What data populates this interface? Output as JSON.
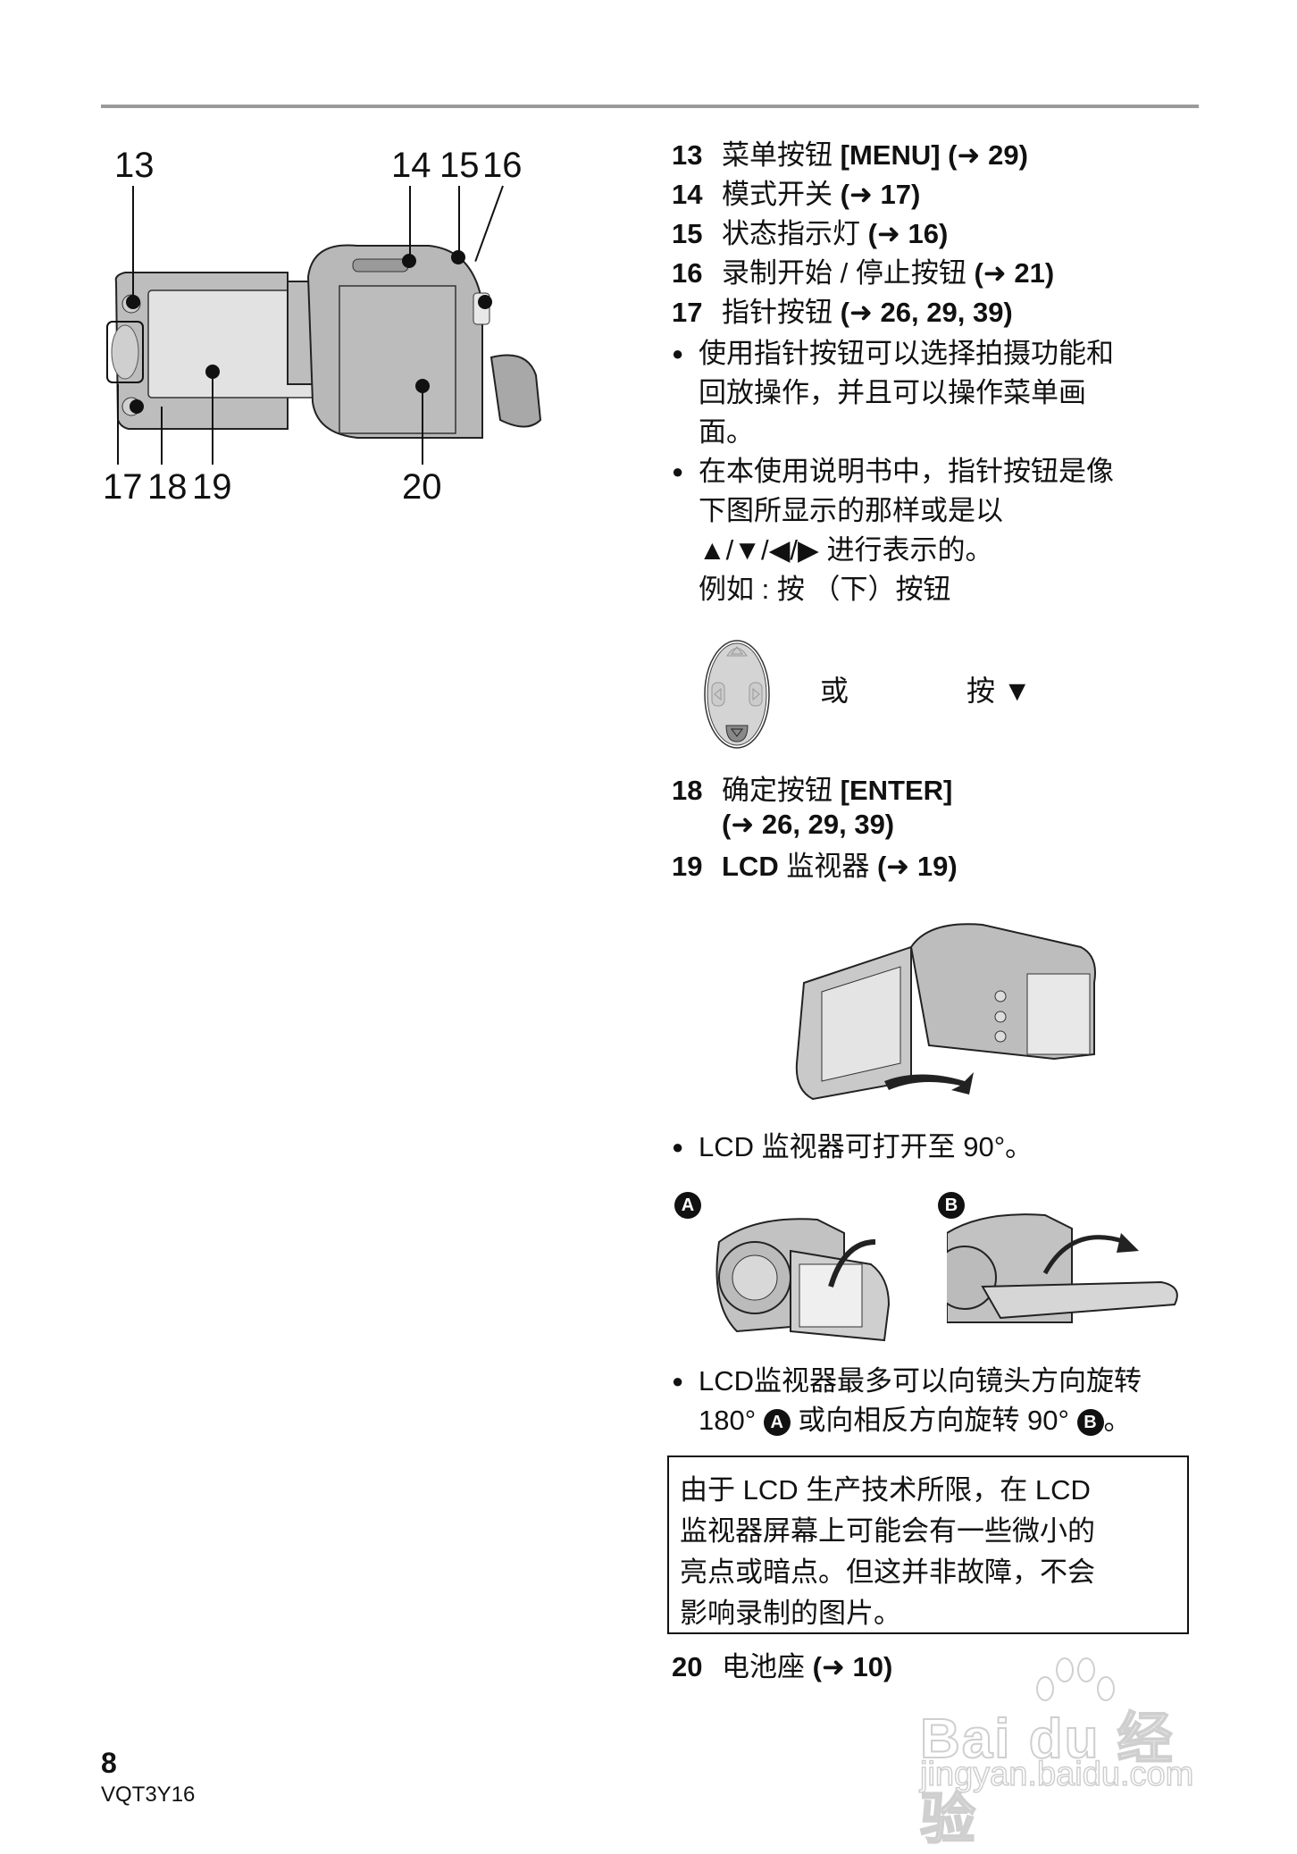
{
  "page": {
    "number": "8",
    "code": "VQT3Y16"
  },
  "diagram": {
    "callouts_top": [
      "13",
      "14",
      "15",
      "16"
    ],
    "callouts_bottom": [
      "17",
      "18",
      "19",
      "20"
    ]
  },
  "items": [
    {
      "num": "13",
      "label": "菜单按钮",
      "extra": "[MENU]",
      "ref": "(➜ 29)"
    },
    {
      "num": "14",
      "label": "模式开关",
      "extra": "",
      "ref": "(➜ 17)"
    },
    {
      "num": "15",
      "label": "状态指示灯",
      "extra": "",
      "ref": "(➜ 16)"
    },
    {
      "num": "16",
      "label": "录制开始 / 停止按钮",
      "extra": "",
      "ref": "(➜ 21)"
    },
    {
      "num": "17",
      "label": "指针按钮",
      "extra": "",
      "ref": "(➜ 26, 29, 39)"
    }
  ],
  "cursor_notes": {
    "bullet1_line1": "使用指针按钮可以选择拍摄功能和",
    "bullet1_line2": "回放操作，并且可以操作菜单画",
    "bullet1_line3": "面。",
    "bullet2_line1": "在本使用说明书中，指针按钮是像",
    "bullet2_line2": "下图所显示的那样或是以",
    "bullet2_line3": "▲/▼/◀/▶ 进行表示的。",
    "example": "例如 : 按 （下）按钮"
  },
  "dpad_example": {
    "or_label": "或",
    "press_label": "按 ▼"
  },
  "item18": {
    "num": "18",
    "label": "确定按钮",
    "extra": "[ENTER]",
    "ref": "(➜ 26, 29, 39)"
  },
  "item19": {
    "num": "19",
    "label_prefix": "LCD",
    "label": "监视器",
    "ref": "(➜ 19)"
  },
  "lcd_notes": {
    "open_90": "LCD 监视器可打开至 90°。",
    "badge_a": "A",
    "badge_b": "B",
    "rotate_line1": "LCD监视器最多可以向镜头方向旋转",
    "rotate_line2_a": "180°",
    "rotate_line2_b": "或向相反方向旋转 90°",
    "rotate_line2_end": "。"
  },
  "notice": {
    "line1": "由于 LCD 生产技术所限，在 LCD",
    "line2": "监视器屏幕上可能会有一些微小的",
    "line3": "亮点或暗点。但这并非故障，不会",
    "line4": "影响录制的图片。"
  },
  "item20": {
    "num": "20",
    "label": "电池座",
    "ref": "(➜ 10)"
  },
  "watermark": {
    "brand": "Bai du 经验",
    "url": "jingyan.baidu.com"
  }
}
